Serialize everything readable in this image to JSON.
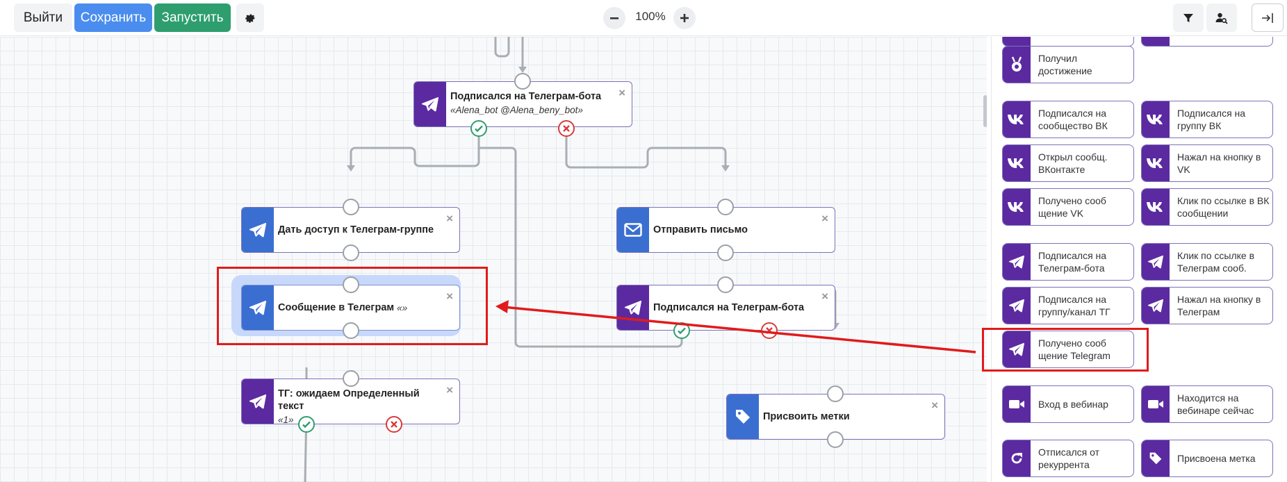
{
  "toolbar": {
    "exit_label": "Выйти",
    "save_label": "Сохранить",
    "run_label": "Запустить",
    "zoom_level": "100%"
  },
  "colors": {
    "save": "#4a8dee",
    "run": "#2e9e6e",
    "node_purple": "#5b2aa0",
    "node_blue": "#3a6fd1",
    "highlight": "#e11b1b"
  },
  "nodes": {
    "tg_bot_top": {
      "title": "Подписался на Телеграм-бота",
      "subtitle": "«Alena_bot @Alena_beny_bot»",
      "icon": "telegram-icon"
    },
    "grant_access": {
      "title": "Дать доступ к Телеграм-группе",
      "icon": "telegram-icon"
    },
    "send_email": {
      "title": "Отправить письмо",
      "icon": "envelope-icon"
    },
    "tg_message": {
      "title": "Сообщение в Телеграм",
      "subtitle": "«»",
      "icon": "telegram-icon"
    },
    "tg_bot_right": {
      "title": "Подписался на Телеграм-бота",
      "icon": "telegram-icon"
    },
    "tg_wait_text": {
      "title": "ТГ: ожидаем Определенный текст",
      "subtitle": "«1»",
      "icon": "telegram-icon"
    },
    "assign_tags": {
      "title": "Присвоить метки",
      "icon": "tag-icon"
    }
  },
  "close_symbol": "×",
  "panel": {
    "cards": [
      {
        "label": "Получил достижение",
        "icon": "medal-icon"
      },
      {
        "label": "Подписался на сообщество ВК",
        "icon": "vk-icon"
      },
      {
        "label": "Подписался на группу ВК",
        "icon": "vk-icon"
      },
      {
        "label": "Открыл сообщ. ВКонтакте",
        "icon": "vk-icon"
      },
      {
        "label": "Нажал на кнопку в VK",
        "icon": "vk-icon"
      },
      {
        "label": "Получено сооб щение VK",
        "icon": "vk-icon"
      },
      {
        "label": "Клик по ссылке в ВК сообщении",
        "icon": "vk-icon"
      },
      {
        "label": "Подписался на Телеграм-бота",
        "icon": "telegram-icon"
      },
      {
        "label": "Клик по ссылке в Телеграм сооб.",
        "icon": "telegram-icon"
      },
      {
        "label": "Подписался на группу/канал ТГ",
        "icon": "telegram-icon"
      },
      {
        "label": "Нажал на кнопку в Телеграм",
        "icon": "telegram-icon"
      },
      {
        "label": "Получено сооб щение Telegram",
        "icon": "telegram-icon"
      },
      {
        "label": "Вход в вебинар",
        "icon": "video-icon"
      },
      {
        "label": "Находится на вебинаре сейчас",
        "icon": "video-icon"
      },
      {
        "label": "Отписался от рекуррента",
        "icon": "refresh-icon"
      },
      {
        "label": "Присвоена метка",
        "icon": "tag-icon"
      }
    ]
  }
}
